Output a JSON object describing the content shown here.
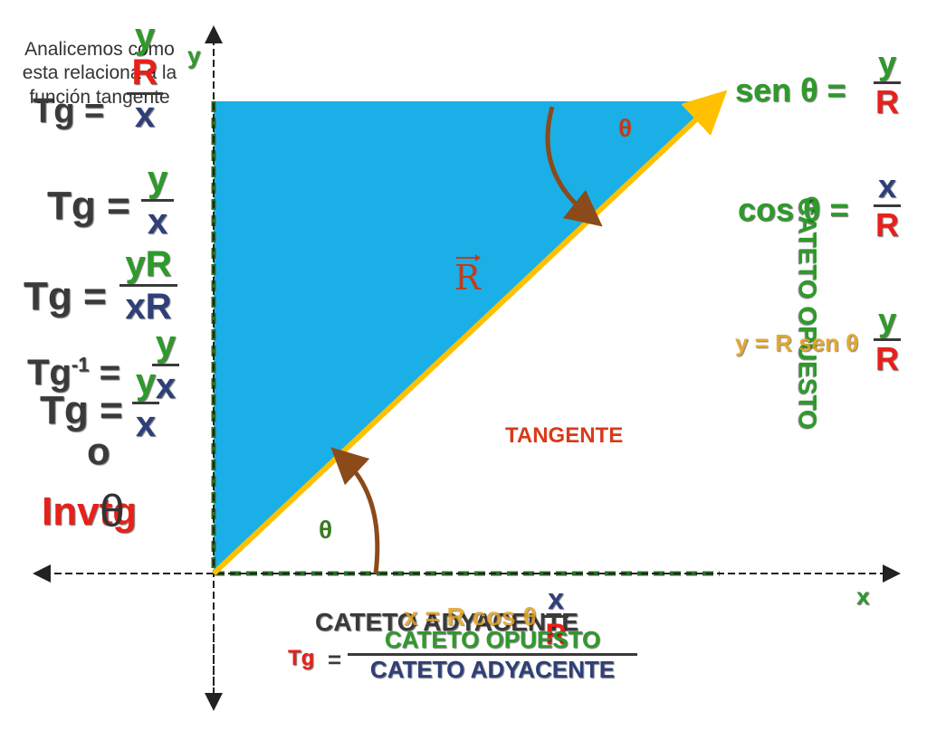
{
  "intro": "Analicemos como esta relaciona a la función tangente",
  "axes": {
    "x_label": "x",
    "y_label": "y"
  },
  "triangle": {
    "fill": "#1aafe6",
    "vector_color": "#ffc000",
    "arc_color": "#8b4a1a",
    "theta_top": "θ",
    "theta_bottom": "θ",
    "vector_label": "R",
    "side_opposite_label": "CATETO OPUESTO",
    "center_label": "TANGENTE",
    "bottom_side_label": "CATETO ADYACENTE"
  },
  "right_formulas": {
    "sen_label": "sen θ =",
    "sen_num": "y",
    "sen_den": "R",
    "cos_label": "cos θ =",
    "cos_num": "x",
    "cos_den": "R",
    "third_num": "y",
    "third_den": "R",
    "overlap_text": "y = R sen θ"
  },
  "left_formulas": {
    "tg1_label": "Tg =",
    "tg1_num": "R",
    "tg1_den": "x",
    "tg1_num_top": "y",
    "tg2_label": "Tg =",
    "tg2_num": "y",
    "tg2_den": "x",
    "tg3_label": "Tg =",
    "tg3_num": "yR",
    "tg3_den": "xR",
    "tg4_label": "Tg",
    "tg4_sup": "-1",
    "tg4_eq": "=",
    "tg4_num": "y",
    "tg4_den": "x",
    "tg5_label": "Tg =",
    "tg5_num": "y",
    "tg5_den": "x",
    "o_label": "o",
    "invtg": "Invtg",
    "theta": "θ"
  },
  "bottom_formula": {
    "overlap_text": "x = R cos θ",
    "bottom_frac_num": "x",
    "bottom_frac_den": "R",
    "tg_label": "Tg",
    "eq": "=",
    "num": "CATETO OPUESTO",
    "den": "CATETO ADYACENTE"
  }
}
